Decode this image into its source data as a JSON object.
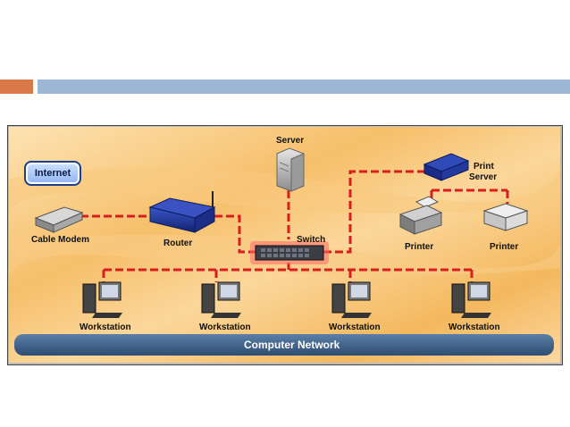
{
  "labels": {
    "internet": "Internet",
    "cable_modem": "Cable Modem",
    "router": "Router",
    "server": "Server",
    "switch": "Switch",
    "print_server_line1": "Print",
    "print_server_line2": "Server",
    "printer_1": "Printer",
    "printer_2": "Printer",
    "workstation_1": "Workstation",
    "workstation_2": "Workstation",
    "workstation_3": "Workstation",
    "workstation_4": "Workstation",
    "footer": "Computer Network"
  },
  "colors": {
    "accent_orange": "#d9794a",
    "accent_blue": "#9db7d5",
    "background_band_light": "#fbd9a0",
    "background_band_dark": "#f3b55a",
    "footer_bar": "#3c5f86",
    "cable_red": "#d81e1e"
  },
  "icons": [
    "globe-pill",
    "cable-modem-icon",
    "router-icon",
    "server-tower-icon",
    "switch-icon",
    "print-server-icon",
    "printer-icon",
    "workstation-icon"
  ]
}
